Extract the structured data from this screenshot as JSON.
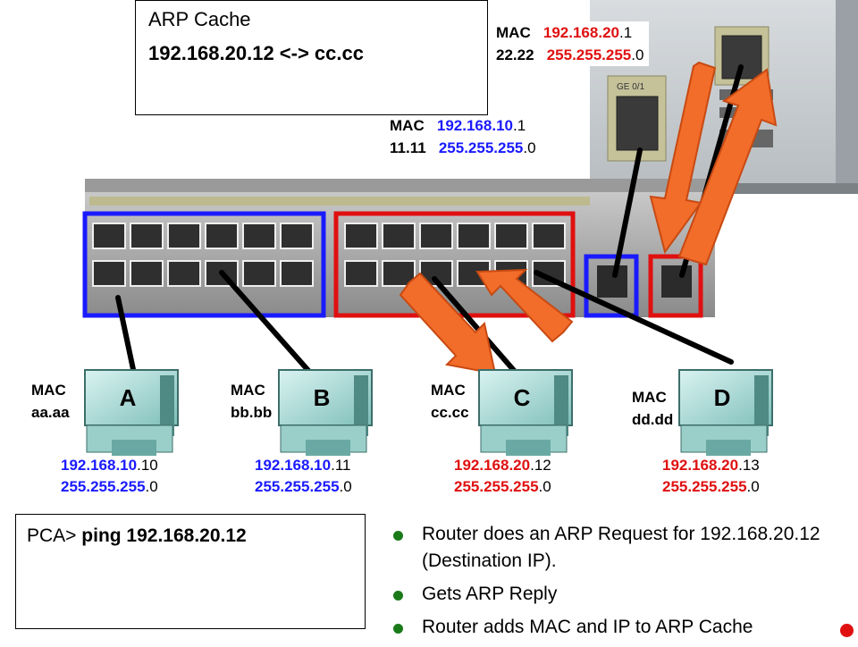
{
  "arp_cache": {
    "title": "ARP Cache",
    "entry": "192.168.20.12 <-> cc.cc"
  },
  "router": {
    "g0_0": {
      "mac_label": "MAC",
      "mac": "22.22",
      "ip_prefix": "192.168.20",
      "ip_suffix": ".1",
      "mask_prefix": "255.255.255",
      "mask_suffix": ".0"
    },
    "g0_1": {
      "mac_label": "MAC",
      "mac": "11.11",
      "ip_prefix": "192.168.10",
      "ip_suffix": ".1",
      "mask_prefix": "255.255.255",
      "mask_suffix": ".0"
    },
    "port_label": "GE 0/1"
  },
  "pcs": [
    {
      "letter": "A",
      "mac_label": "MAC",
      "mac": "aa.aa",
      "ip_prefix": "192.168.10",
      "ip_suffix": ".10",
      "mask_prefix": "255.255.255",
      "mask_suffix": ".0"
    },
    {
      "letter": "B",
      "mac_label": "MAC",
      "mac": "bb.bb",
      "ip_prefix": "192.168.10",
      "ip_suffix": ".11",
      "mask_prefix": "255.255.255",
      "mask_suffix": ".0"
    },
    {
      "letter": "C",
      "mac_label": "MAC",
      "mac": "cc.cc",
      "ip_prefix": "192.168.20",
      "ip_suffix": ".12",
      "mask_prefix": "255.255.255",
      "mask_suffix": ".0"
    },
    {
      "letter": "D",
      "mac_label": "MAC",
      "mac": "dd.dd",
      "ip_prefix": "192.168.20",
      "ip_suffix": ".13",
      "mask_prefix": "255.255.255",
      "mask_suffix": ".0"
    }
  ],
  "console": {
    "prompt": "PCA> ",
    "command": "ping 192.168.20.12"
  },
  "bullets": [
    "Router does an ARP Request for 192.168.20.12 (Destination IP).",
    "Gets ARP Reply",
    "Router adds MAC and IP to ARP Cache"
  ],
  "colors": {
    "vlan10": "#1a1aff",
    "vlan20": "#e01010",
    "arrow": "#f26c2a",
    "bullet": "#1a7a1a"
  }
}
